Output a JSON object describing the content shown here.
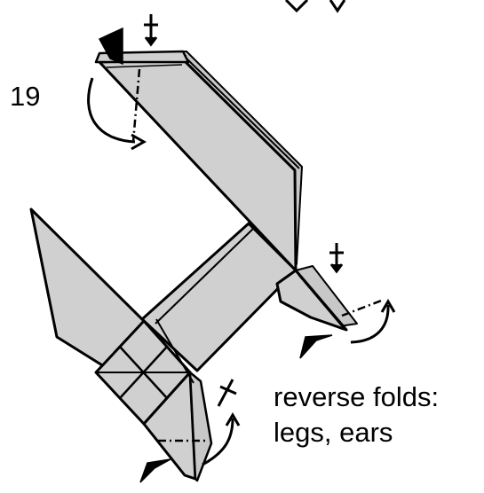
{
  "step": {
    "number": "19"
  },
  "instruction": {
    "line1": "reverse folds:",
    "line2": "legs, ears"
  },
  "colors": {
    "paper": "#d0d0d0",
    "ink": "#000000",
    "background": "#ffffff"
  },
  "icons": [
    "valley-fold-arrow-icon",
    "push-arrowhead-icon",
    "fold-here-mark-icon"
  ]
}
